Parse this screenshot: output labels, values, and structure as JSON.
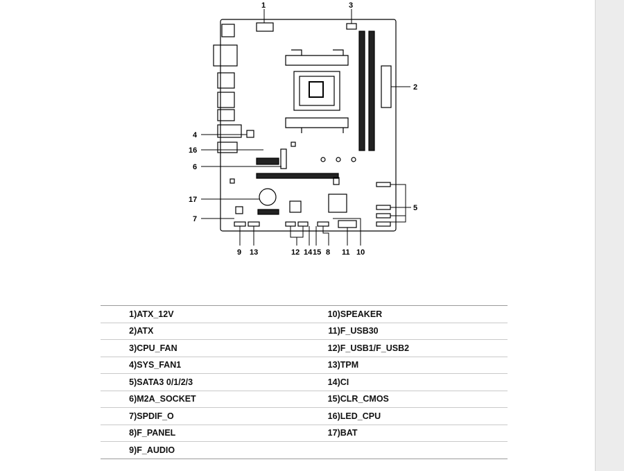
{
  "callouts": [
    "1",
    "2",
    "3",
    "4",
    "5",
    "6",
    "7",
    "8",
    "9",
    "10",
    "11",
    "12",
    "13",
    "14",
    "15",
    "16",
    "17"
  ],
  "table": {
    "left": [
      {
        "num": "1)",
        "label": "ATX_12V"
      },
      {
        "num": "2)",
        "label": "ATX"
      },
      {
        "num": "3)",
        "label": "CPU_FAN"
      },
      {
        "num": "4)",
        "label": "SYS_FAN1"
      },
      {
        "num": "5)",
        "label": "SATA3 0/1/2/3"
      },
      {
        "num": "6)",
        "label": "M2A_SOCKET"
      },
      {
        "num": "7)",
        "label": "SPDIF_O"
      },
      {
        "num": "8)",
        "label": "F_PANEL"
      },
      {
        "num": "9)",
        "label": "F_AUDIO"
      }
    ],
    "right": [
      {
        "num": "10)",
        "label": "SPEAKER"
      },
      {
        "num": "11)",
        "label": "F_USB30"
      },
      {
        "num": "12)",
        "label": "F_USB1/F_USB2"
      },
      {
        "num": "13)",
        "label": "TPM"
      },
      {
        "num": "14)",
        "label": "CI"
      },
      {
        "num": "15)",
        "label": "CLR_CMOS"
      },
      {
        "num": "16)",
        "label": "LED_CPU"
      },
      {
        "num": "17)",
        "label": "BAT"
      },
      {
        "num": "",
        "label": ""
      }
    ]
  }
}
